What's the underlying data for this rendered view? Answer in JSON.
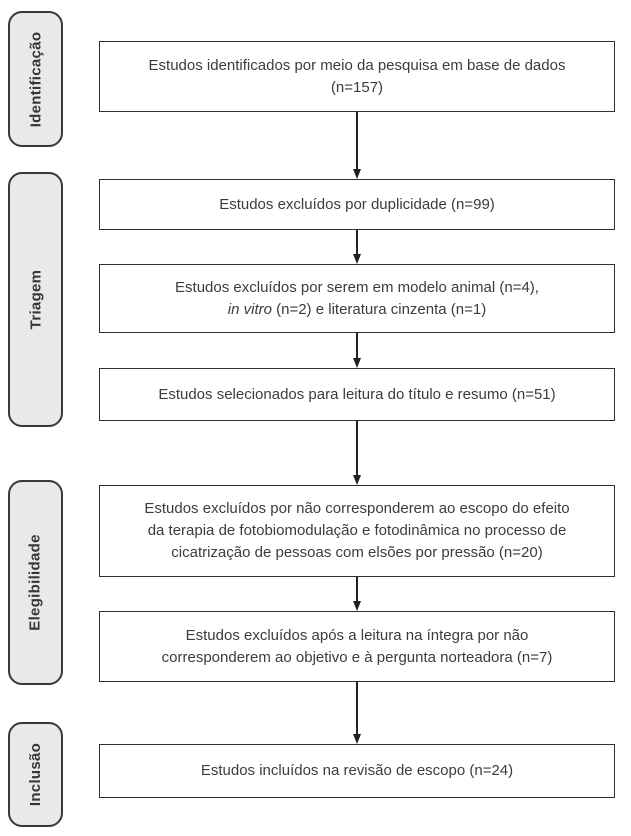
{
  "stages": {
    "identificacao": "Identificação",
    "triagem": "Triagem",
    "elegibilidade": "Elegibilidade",
    "inclusao": "Inclusão"
  },
  "flow": {
    "box1": {
      "line1": "Estudos identificados por meio da pesquisa em base de dados",
      "line2": "(n=157)"
    },
    "box2": {
      "line1": "Estudos excluídos por duplicidade (n=99)"
    },
    "box3": {
      "line1": "Estudos excluídos por serem em modelo animal (n=4),",
      "line2_italic": "in vitro",
      "line2_rest": " (n=2) e literatura cinzenta (n=1)"
    },
    "box4": {
      "line1": "Estudos selecionados para leitura do título e resumo (n=51)"
    },
    "box5": {
      "line1": "Estudos excluídos por não corresponderem ao escopo do efeito",
      "line2": "da terapia de fotobiomodulação e fotodinâmica no processo de",
      "line3": "cicatrização de pessoas com elsões por pressão (n=20)"
    },
    "box6": {
      "line1": "Estudos excluídos após a leitura na íntegra por não",
      "line2": "corresponderem ao objetivo e à pergunta norteadora (n=7)"
    },
    "box7": {
      "line1": "Estudos incluídos na revisão de escopo (n=24)"
    }
  },
  "colors": {
    "background": "#ffffff",
    "stage_fill": "#e9e9e9",
    "stage_border": "#383838",
    "box_fill": "#ffffff",
    "box_border": "#2f2f2f",
    "text": "#3c3c3c",
    "arrow": "#222222"
  }
}
